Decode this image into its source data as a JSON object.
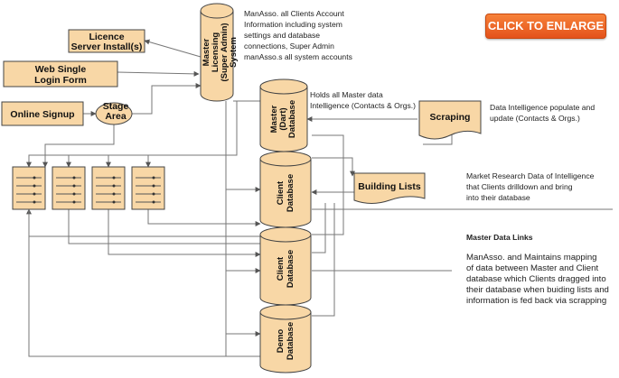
{
  "button": {
    "label": "CLICK TO ENLARGE"
  },
  "colors": {
    "fill": "#f8d7a6",
    "stroke": "#444444",
    "line": "#777777",
    "button": "#ee6a2b"
  },
  "nodes": {
    "licence_server": [
      "Licence",
      "Server Install(s)"
    ],
    "web_login": [
      "Web Single",
      "Login Form"
    ],
    "online_signup": [
      "Online Signup"
    ],
    "stage_area": [
      "Stage",
      "Area"
    ],
    "master_licensing": [
      "Master",
      "Licensing",
      "(Super Admin)",
      "System"
    ],
    "master_dart": [
      "Master",
      "(Dart)",
      "Database"
    ],
    "scraping": [
      "Scraping"
    ],
    "building_lists": [
      "Building Lists"
    ],
    "client_db_1": [
      "Client",
      "Database"
    ],
    "client_db_2": [
      "Client",
      "Database"
    ],
    "demo_db": [
      "Demo",
      "Database"
    ]
  },
  "notes": {
    "licensing": [
      "ManAsso. all Clients Account",
      "Information including system",
      "settings and database",
      "connections, Super Admin",
      "manAsso.s all system accounts"
    ],
    "dart": [
      "Holds all Master data",
      "Intelligence (Contacts & Orgs.)"
    ],
    "scraping": [
      "Data Intelligence populate and",
      "update (Contacts & Orgs.)"
    ],
    "building": [
      "Market Research Data of Intelligence",
      "that Clients drilldown and bring",
      "into their database"
    ],
    "links_title": "Master Data Links",
    "links": [
      "ManAsso. and Maintains mapping",
      "of data between Master and Client",
      "database which Clients dragged into",
      "their database when buiding lists and",
      "information is fed back via scrapping"
    ]
  }
}
